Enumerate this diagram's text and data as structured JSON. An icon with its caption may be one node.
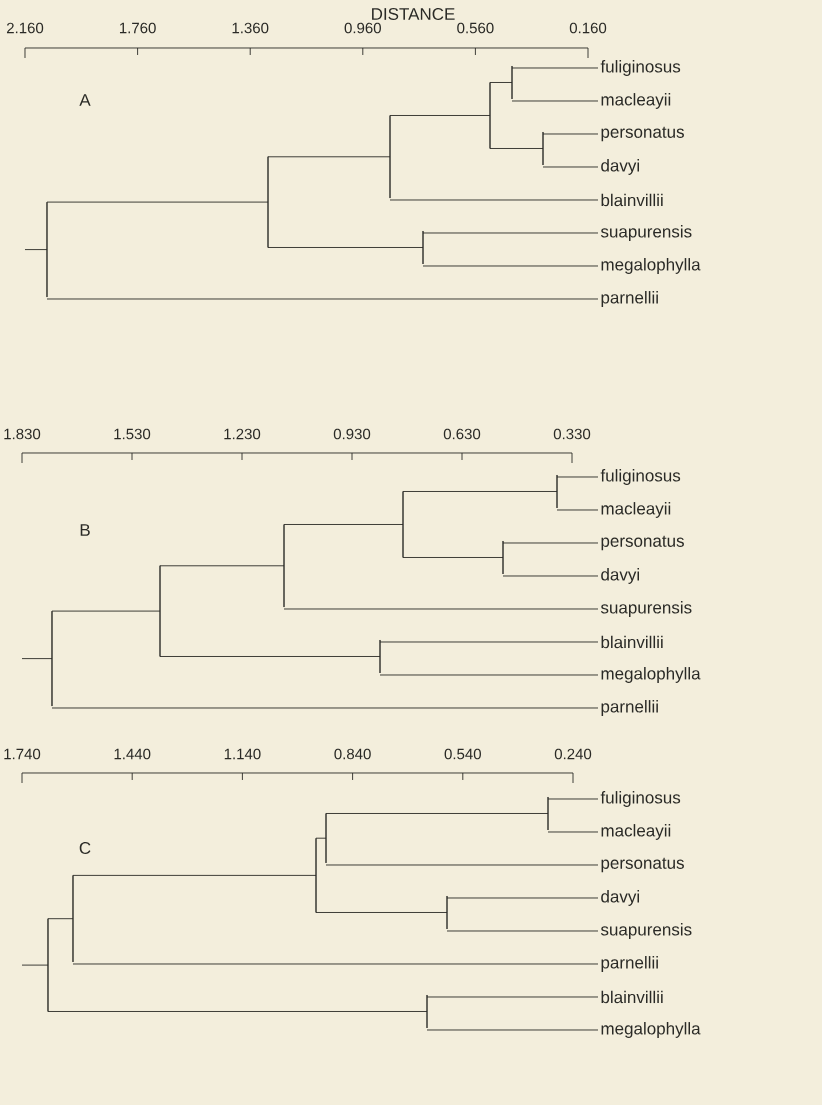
{
  "diagram": {
    "nodes": [
      {
        "text": [
          "fuliginosus"
        ]
      },
      {
        "text": [
          "macleayii"
        ]
      },
      {
        "text": [
          "personatus"
        ]
      },
      {
        "text": [
          "davyi"
        ]
      },
      {
        "text": [
          "blainvillii"
        ]
      },
      {
        "text": [
          "suapurensis"
        ]
      },
      {
        "text": [
          "megalophylla"
        ]
      },
      {
        "text": [
          "parnellii"
        ]
      },
      {
        "text": [],
        "shape": "bar"
      },
      {
        "text": [],
        "shape": "bar"
      },
      {
        "text": [],
        "shape": "bar"
      },
      {
        "text": [],
        "shape": "bar"
      },
      {
        "text": [],
        "shape": "bar"
      },
      {
        "text": [],
        "shape": "bar"
      },
      {
        "text": [],
        "shape": "bar"
      },
      {
        "text": [
          "fuliginosus"
        ]
      },
      {
        "text": [
          "macleayii"
        ]
      },
      {
        "text": [
          "personatus"
        ]
      },
      {
        "text": [
          "davyi"
        ]
      },
      {
        "text": [
          "suapurensis"
        ]
      },
      {
        "text": [
          "blainvillii"
        ]
      },
      {
        "text": [
          "megalophylla"
        ]
      },
      {
        "text": [
          "parnellii"
        ]
      },
      {
        "text": [],
        "shape": "bar"
      },
      {
        "text": [],
        "shape": "bar"
      },
      {
        "text": [],
        "shape": "bar"
      },
      {
        "text": [],
        "shape": "bar"
      },
      {
        "text": [],
        "shape": "bar"
      },
      {
        "text": [],
        "shape": "bar"
      },
      {
        "text": [],
        "shape": "bar"
      },
      {
        "text": [
          "fuliginosus"
        ]
      },
      {
        "text": [
          "macleayii"
        ]
      },
      {
        "text": [
          "personatus"
        ]
      },
      {
        "text": [
          "davyi"
        ]
      },
      {
        "text": [
          "suapurensis"
        ]
      },
      {
        "text": [
          "parnellii"
        ]
      },
      {
        "text": [
          "blainvillii"
        ]
      },
      {
        "text": [
          "megalophylla"
        ]
      },
      {
        "text": [],
        "shape": "bar"
      },
      {
        "text": [],
        "shape": "bar"
      },
      {
        "text": [],
        "shape": "bar"
      },
      {
        "text": [],
        "shape": "bar"
      },
      {
        "text": [],
        "shape": "bar"
      },
      {
        "text": [],
        "shape": "bar"
      },
      {
        "text": [],
        "shape": "bar"
      }
    ],
    "edges": [
      {
        "from": null,
        "to": 8,
        "arrow": "none"
      },
      {
        "from": 8,
        "to": 9,
        "arrow": "none"
      },
      {
        "from": 8,
        "to": 7,
        "arrow": "none"
      },
      {
        "from": 9,
        "to": 10,
        "arrow": "none"
      },
      {
        "from": 9,
        "to": 14,
        "arrow": "none"
      },
      {
        "from": 10,
        "to": 11,
        "arrow": "none"
      },
      {
        "from": 10,
        "to": 4,
        "arrow": "none"
      },
      {
        "from": 11,
        "to": 12,
        "arrow": "none"
      },
      {
        "from": 11,
        "to": 13,
        "arrow": "none"
      },
      {
        "from": 12,
        "to": 0,
        "arrow": "none"
      },
      {
        "from": 12,
        "to": 1,
        "arrow": "none"
      },
      {
        "from": 13,
        "to": 2,
        "arrow": "none"
      },
      {
        "from": 13,
        "to": 3,
        "arrow": "none"
      },
      {
        "from": 14,
        "to": 5,
        "arrow": "none"
      },
      {
        "from": 14,
        "to": 6,
        "arrow": "none"
      },
      {
        "from": null,
        "to": 23,
        "arrow": "none"
      },
      {
        "from": 23,
        "to": 24,
        "arrow": "none"
      },
      {
        "from": 23,
        "to": 22,
        "arrow": "none"
      },
      {
        "from": 24,
        "to": 25,
        "arrow": "none"
      },
      {
        "from": 24,
        "to": 29,
        "arrow": "none"
      },
      {
        "from": 25,
        "to": 26,
        "arrow": "none"
      },
      {
        "from": 25,
        "to": 19,
        "arrow": "none"
      },
      {
        "from": 26,
        "to": 27,
        "arrow": "none"
      },
      {
        "from": 26,
        "to": 28,
        "arrow": "none"
      },
      {
        "from": 27,
        "to": 15,
        "arrow": "none"
      },
      {
        "from": 27,
        "to": 16,
        "arrow": "none"
      },
      {
        "from": 28,
        "to": 17,
        "arrow": "none"
      },
      {
        "from": 28,
        "to": 18,
        "arrow": "none"
      },
      {
        "from": 29,
        "to": 20,
        "arrow": "none"
      },
      {
        "from": 29,
        "to": 21,
        "arrow": "none"
      },
      {
        "from": null,
        "to": 38,
        "arrow": "none"
      },
      {
        "from": 38,
        "to": 39,
        "arrow": "none"
      },
      {
        "from": 38,
        "to": 44,
        "arrow": "none"
      },
      {
        "from": 39,
        "to": 40,
        "arrow": "none"
      },
      {
        "from": 39,
        "to": 35,
        "arrow": "none"
      },
      {
        "from": 40,
        "to": 41,
        "arrow": "none"
      },
      {
        "from": 40,
        "to": 43,
        "arrow": "none"
      },
      {
        "from": 41,
        "to": 42,
        "arrow": "none"
      },
      {
        "from": 41,
        "to": 32,
        "arrow": "none"
      },
      {
        "from": 42,
        "to": 30,
        "arrow": "none"
      },
      {
        "from": 42,
        "to": 31,
        "arrow": "none"
      },
      {
        "from": 43,
        "to": 33,
        "arrow": "none"
      },
      {
        "from": 43,
        "to": 34,
        "arrow": "none"
      },
      {
        "from": 44,
        "to": 36,
        "arrow": "none"
      },
      {
        "from": 44,
        "to": 37,
        "arrow": "none"
      }
    ],
    "labels": [
      "DISTANCE",
      "2.160",
      "1.760",
      "1.360",
      "0.960",
      "0.560",
      "0.160",
      "A",
      "1.830",
      "1.530",
      "1.230",
      "0.930",
      "0.630",
      "0.330",
      "B",
      "1.740",
      "1.440",
      "1.140",
      "0.840",
      "0.540",
      "0.240",
      "C"
    ]
  }
}
